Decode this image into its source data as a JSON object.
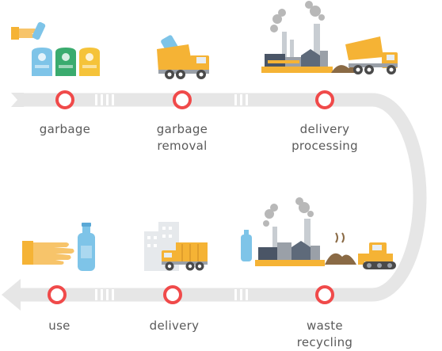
{
  "colors": {
    "track": "#e6e6e6",
    "marker_ring": "#f04a4a",
    "marker_fill": "#ffffff",
    "truck_yellow": "#f5b335",
    "factory_grey": "#9aa0a8",
    "smoke": "#b8b8b8",
    "bin_blue": "#7ec4e8",
    "bin_green": "#3aab6e",
    "bin_yellow": "#f5c33a",
    "text": "#5a5a5a"
  },
  "steps": [
    {
      "lines": [
        "garbage"
      ],
      "icon": "hand-bottle-bins-icon"
    },
    {
      "lines": [
        "garbage",
        "removal"
      ],
      "icon": "garbage-truck-icon"
    },
    {
      "lines": [
        "delivery",
        "processing"
      ],
      "icon": "factory-dump-truck-icon"
    },
    {
      "lines": [
        "waste",
        "recycling"
      ],
      "icon": "recycling-plant-bulldozer-icon"
    },
    {
      "lines": [
        "delivery"
      ],
      "icon": "delivery-truck-city-icon"
    },
    {
      "lines": [
        "use"
      ],
      "icon": "hand-bottle-icon"
    }
  ]
}
